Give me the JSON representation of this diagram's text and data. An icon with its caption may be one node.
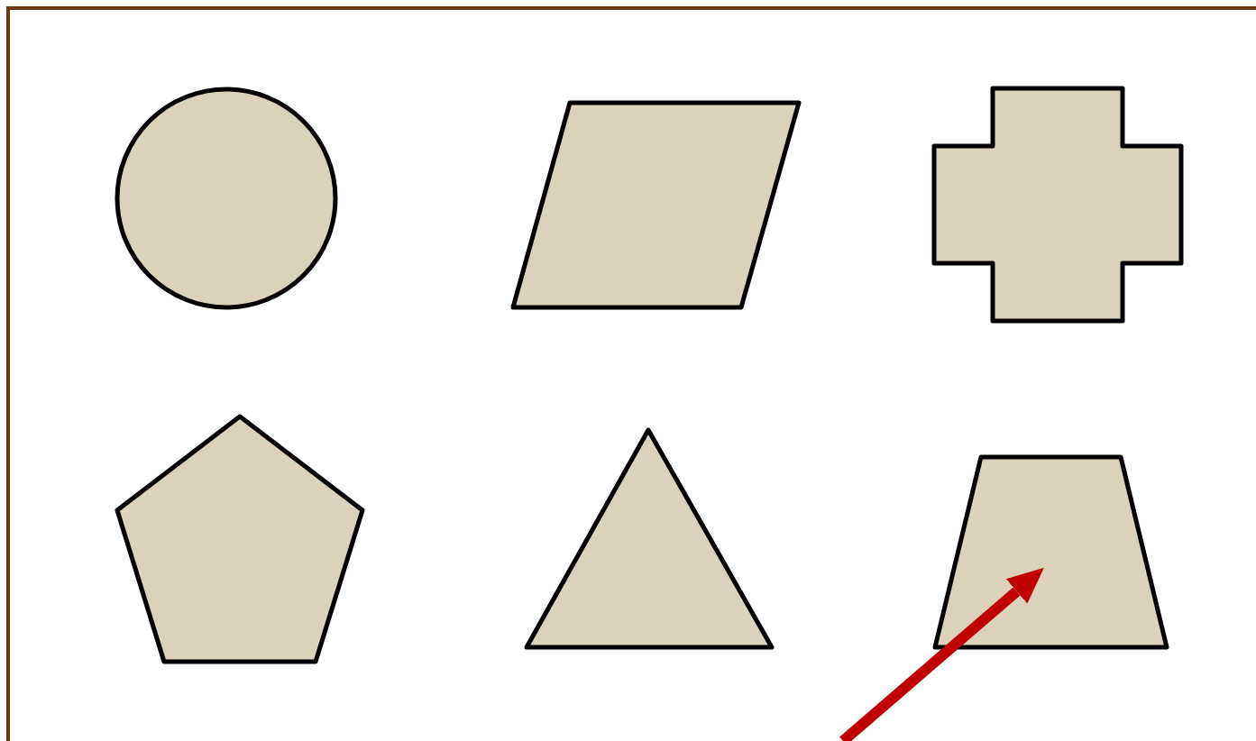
{
  "diagram": {
    "nodes": [
      {
        "text": [],
        "shape": "circle"
      },
      {
        "text": [],
        "shape": "parallelogram"
      },
      {
        "text": [],
        "shape": "cross"
      },
      {
        "text": [],
        "shape": "pentagon"
      },
      {
        "text": [],
        "shape": "triangle"
      },
      {
        "text": [],
        "shape": "trapezoid"
      }
    ],
    "edges": [
      {
        "from": null,
        "to": 5,
        "arrow": "to"
      }
    ]
  }
}
